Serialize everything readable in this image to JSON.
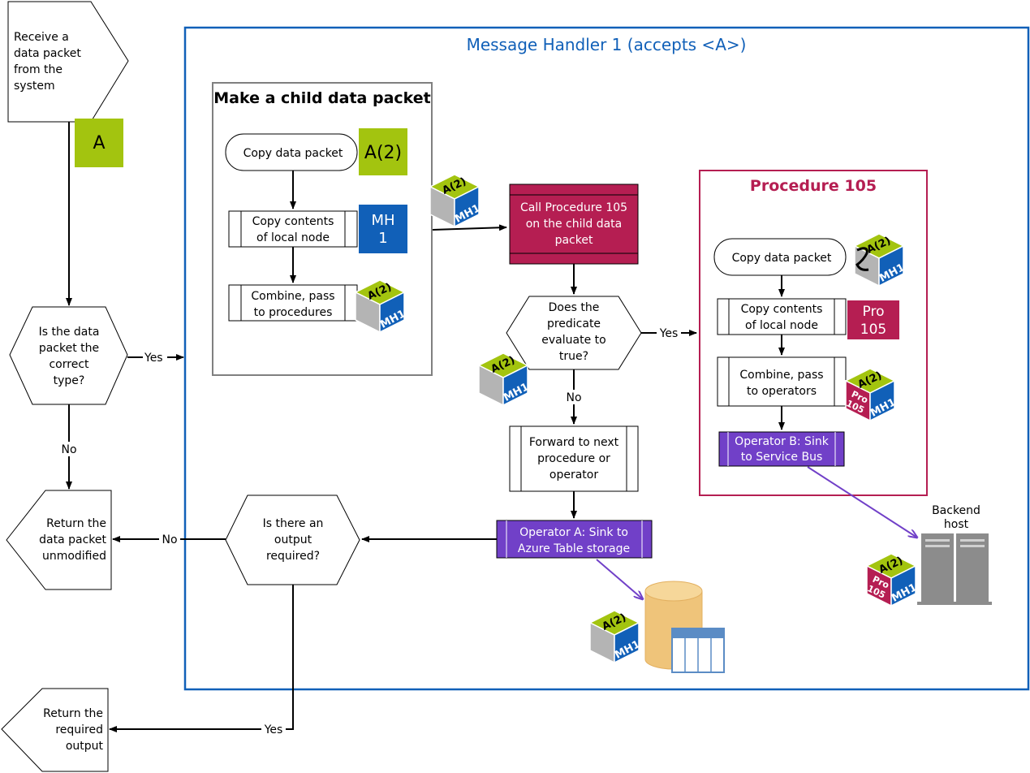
{
  "title": "Message Handler 1 (accepts <A>)",
  "start": {
    "label": [
      "Receive a",
      "data packet",
      "from the",
      "system"
    ],
    "badge": "A"
  },
  "decision_type": {
    "label": [
      "Is the data",
      "packet the",
      "correct",
      "type?"
    ],
    "yes": "Yes",
    "no": "No"
  },
  "return_unmodified": {
    "label": [
      "Return the",
      "data packet",
      "unmodified"
    ]
  },
  "return_output": {
    "label": [
      "Return the",
      "required",
      "output"
    ]
  },
  "output_decision": {
    "label": [
      "Is there an",
      "output",
      "required?"
    ],
    "no": "No",
    "yes": "Yes"
  },
  "child_group": {
    "title": "Make a child data packet",
    "copy_packet": "Copy data packet",
    "copy_packet_badge": "A(2)",
    "copy_contents": [
      "Copy contents",
      "of local node"
    ],
    "copy_contents_badge": [
      "MH",
      "1"
    ],
    "combine": [
      "Combine, pass",
      "to procedures"
    ]
  },
  "call_procedure": [
    "Call Procedure 105",
    "on the child data",
    "packet"
  ],
  "predicate": {
    "label": [
      "Does the",
      "predicate",
      "evaluate to",
      "true?"
    ],
    "yes": "Yes",
    "no": "No"
  },
  "forward": [
    "Forward to next",
    "procedure or",
    "operator"
  ],
  "operator_a": [
    "Operator A: Sink to",
    "Azure Table storage"
  ],
  "procedure_105": {
    "title": "Procedure 105",
    "copy_packet": "Copy data packet",
    "copy_contents": [
      "Copy contents",
      "of local node"
    ],
    "copy_contents_badge": [
      "Pro",
      "105"
    ],
    "combine": [
      "Combine, pass",
      "to operators"
    ],
    "operator_b": [
      "Operator B: Sink",
      "to Service Bus"
    ]
  },
  "backend": [
    "Backend",
    "host"
  ],
  "cubes": {
    "top": "A(2)",
    "side_mh": "MH1",
    "side_pro": [
      "Pro",
      "105"
    ]
  },
  "colors": {
    "border_blue": "#1160b8",
    "green": "#a3c40f",
    "blue": "#1160b8",
    "crimson": "#b51e52",
    "purple": "#7140c8",
    "gray": "#8c8c8c",
    "db_tan": "#efc47a"
  }
}
